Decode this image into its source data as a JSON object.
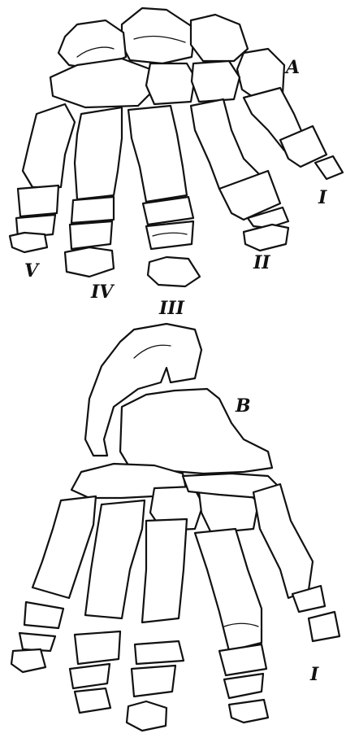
{
  "figure": {
    "upper": {
      "panel_label": "A",
      "digit_labels": [
        "I",
        "II",
        "III",
        "IV",
        "V"
      ]
    },
    "lower": {
      "panel_label": "B",
      "digit_labels": [
        "I"
      ]
    }
  },
  "colors": {
    "ink": "#111111",
    "paper": "#ffffff"
  }
}
